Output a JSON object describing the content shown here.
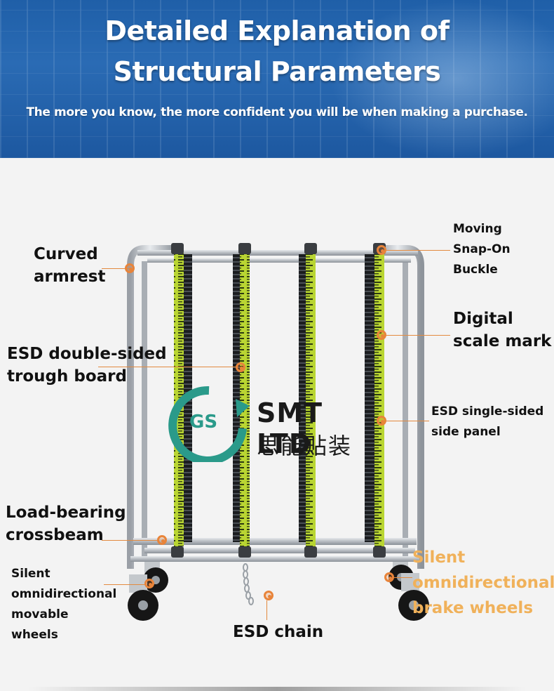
{
  "header": {
    "title_line1": "Detailed Explanation of",
    "title_line2": "Structural Parameters",
    "subtitle": "The more you know, the more confident you will be when making a purchase."
  },
  "labels": {
    "curved_armrest": [
      "Curved",
      "armrest"
    ],
    "esd_double": [
      "ESD double-sided",
      "trough board"
    ],
    "load_bearing": [
      "Load-bearing",
      "crossbeam"
    ],
    "silent_movable": [
      "Silent",
      "omnidirectional",
      "movable",
      "wheels"
    ],
    "esd_chain": "ESD chain",
    "moving_snap": [
      "Moving",
      "Snap-On",
      "Buckle"
    ],
    "digital_scale": [
      "Digital",
      "scale mark"
    ],
    "esd_single": [
      "ESD single-sided",
      "side panel"
    ],
    "silent_brake": [
      "Silent",
      "omnidirectional",
      "brake wheels"
    ]
  },
  "watermark": {
    "logo": "GS",
    "name": "SMT LTD",
    "chinese": "思能贴装"
  },
  "colors": {
    "accent": "#e8843a",
    "banner": "#2a6bb4",
    "highlight_label": "#f0b15a",
    "rail_green": "#b8d630"
  }
}
